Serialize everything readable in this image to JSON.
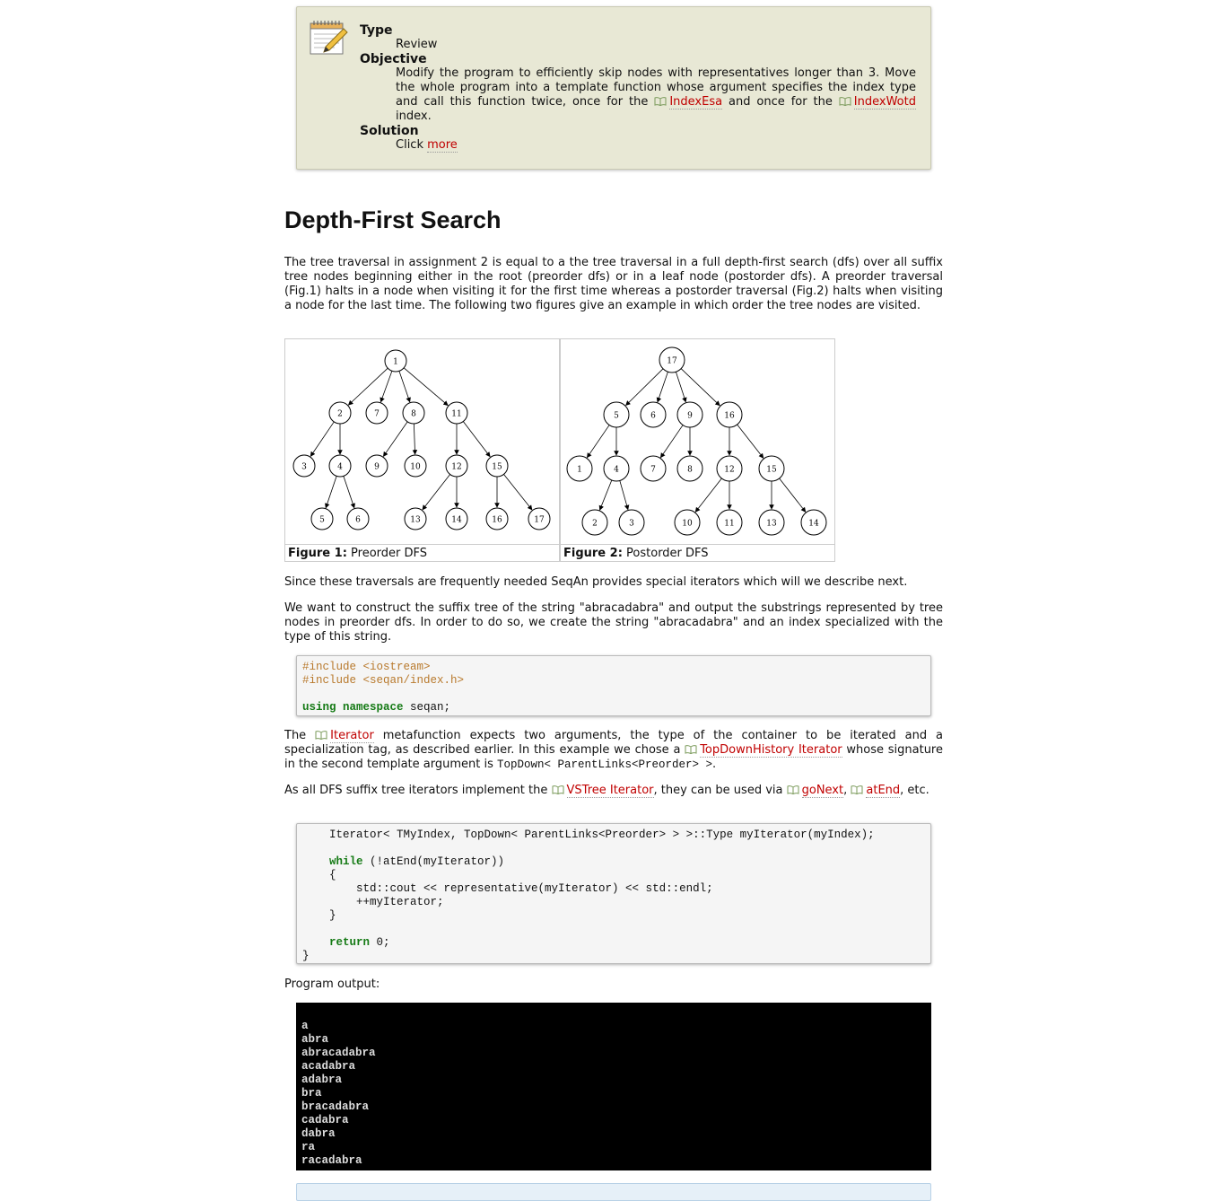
{
  "assignment": {
    "type_label": "Type",
    "type_value": "Review",
    "objective_label": "Objective",
    "objective_text_1": "Modify the program to efficiently skip nodes with representatives longer than 3. Move the whole program into a template function whose argument specifies the index type and call this function twice, once for the ",
    "objective_link_1": "IndexEsa",
    "objective_text_2": " and once for the ",
    "objective_link_2": "IndexWotd",
    "objective_text_3": " index.",
    "solution_label": "Solution",
    "solution_text": "Click ",
    "solution_link": "more"
  },
  "heading": "Depth-First Search",
  "intro": "The tree traversal in assignment 2 is equal to a the tree traversal in a full depth-first search (dfs) over all suffix tree nodes beginning either in the root (preorder dfs) or in a leaf node (postorder dfs). A preorder traversal (Fig.1) halts in a node when visiting it for the first time whereas a postorder traversal (Fig.2) halts when visiting a node for the last time. The following two figures give an example in which order the tree nodes are visited.",
  "figures": {
    "fig1_caption_label": "Figure 1:",
    "fig1_caption": " Preorder DFS",
    "fig2_caption_label": "Figure 2:",
    "fig2_caption": " Postorder DFS",
    "fig1_labels": [
      "1",
      "2",
      "7",
      "8",
      "11",
      "3",
      "4",
      "9",
      "10",
      "12",
      "15",
      "5",
      "6",
      "13",
      "14",
      "16",
      "17"
    ],
    "fig2_labels": [
      "17",
      "5",
      "6",
      "9",
      "16",
      "1",
      "4",
      "7",
      "8",
      "12",
      "15",
      "2",
      "3",
      "10",
      "11",
      "13",
      "14"
    ]
  },
  "para_iterators": "Since these traversals are frequently needed SeqAn provides special iterators which will we describe next.",
  "para_construct": "We want to construct the suffix tree of the string \"abracadabra\" and output the substrings represented by tree nodes in preorder dfs. In order to do so, we create the string \"abracadabra\" and an index specialized with the type of this string.",
  "code1": {
    "line1": "#include <iostream>",
    "line2": "#include <seqan/index.h>",
    "kw_using": "using",
    "kw_namespace": "namespace",
    "line4_rest": " seqan;"
  },
  "para_metafunction": {
    "t1": "The ",
    "link_iterator": "Iterator",
    "t2": " metafunction expects two arguments, the type of the container to be iterated and a specialization tag, as described earlier. In this example we chose a ",
    "link_topdown": "TopDownHistory Iterator",
    "t3": " whose signature in the second template argument is ",
    "code": "TopDown< ParentLinks<Preorder> >",
    "t4": "."
  },
  "para_vstree": {
    "t1": "As all DFS suffix tree iterators implement the ",
    "link_vstree": "VSTree Iterator",
    "t2": ", they can be used via ",
    "link_gonext": "goNext",
    "t3": ", ",
    "link_atend": "atEnd",
    "t4": ", etc."
  },
  "code2": {
    "line1": "    Iterator< TMyIndex, TopDown< ParentLinks<Preorder> > >::Type myIterator(myIndex);",
    "kw_while": "while",
    "while_rest": " (!atEnd(myIterator))",
    "open_brace": "    {",
    "line_cout": "        std::cout << representative(myIterator) << std::endl;",
    "line_inc": "        ++myIterator;",
    "close_brace": "    }",
    "kw_return": "return",
    "return_rest": " 0;",
    "final_brace": "}"
  },
  "output_label": "Program output:",
  "output_lines": [
    "a",
    "abra",
    "abracadabra",
    "acadabra",
    "adabra",
    "bra",
    "bracadabra",
    "cadabra",
    "dabra",
    "ra",
    "racadabra"
  ]
}
